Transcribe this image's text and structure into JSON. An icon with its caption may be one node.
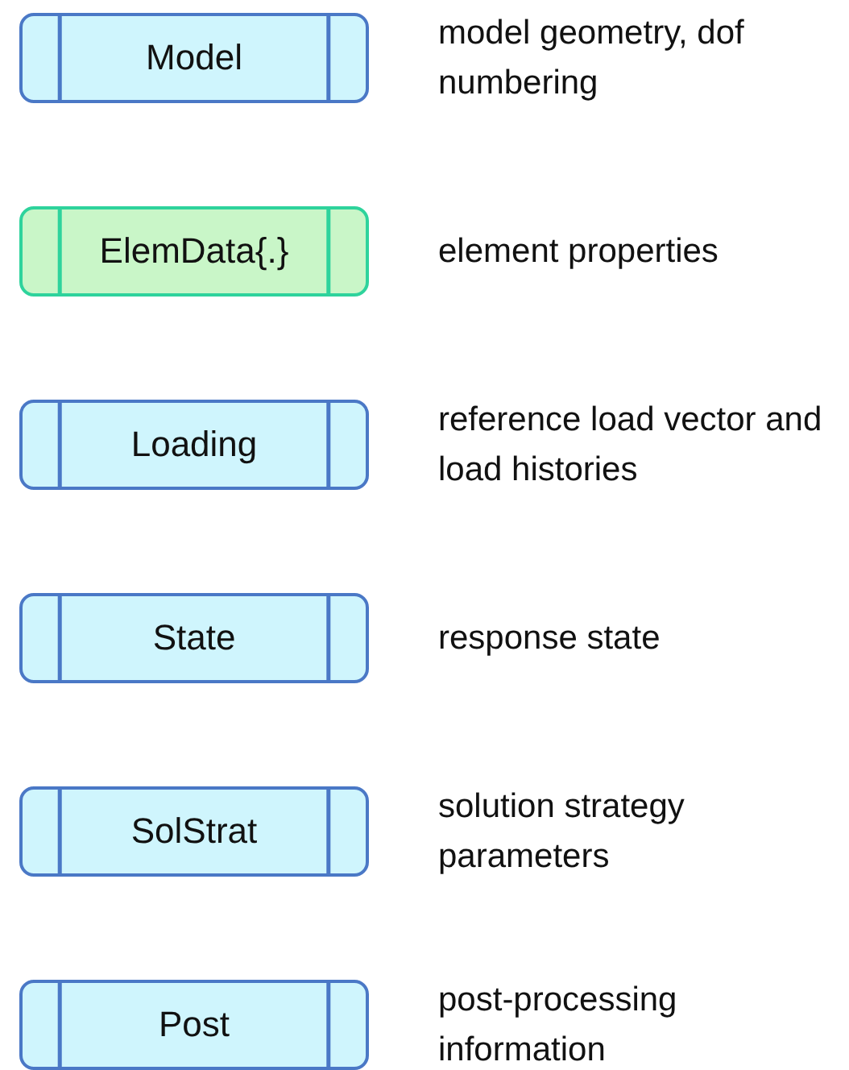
{
  "diagram": {
    "nodes": [
      {
        "text": [
          "Model"
        ],
        "beside": [
          "model geometry, dof numbering"
        ]
      },
      {
        "text": [
          "ElemData{.}"
        ],
        "beside": [
          "element properties"
        ]
      },
      {
        "text": [
          "Loading"
        ],
        "beside": [
          "reference load vector and load histories"
        ]
      },
      {
        "text": [
          "State"
        ],
        "beside": [
          "response state"
        ]
      },
      {
        "text": [
          "SolStrat"
        ],
        "beside": [
          "solution strategy parameters"
        ]
      },
      {
        "text": [
          "Post"
        ],
        "beside": [
          "post-processing information"
        ]
      }
    ]
  }
}
